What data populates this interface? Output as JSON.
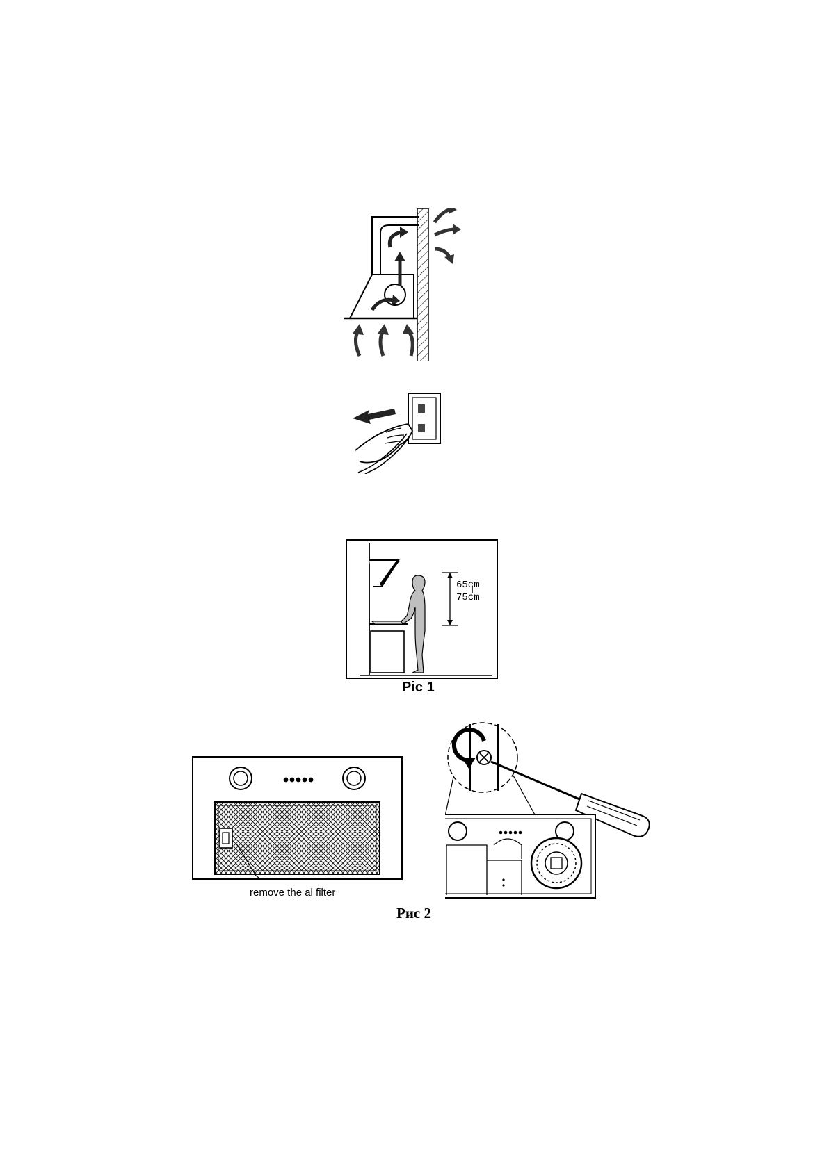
{
  "figures": {
    "height_diagram": {
      "dimension_top": "65cm",
      "dimension_sep": "|",
      "dimension_bottom": "75cm",
      "caption": "Pic 1"
    },
    "filter_diagram": {
      "callout": "remove the al filter",
      "caption": "Рис 2"
    }
  }
}
